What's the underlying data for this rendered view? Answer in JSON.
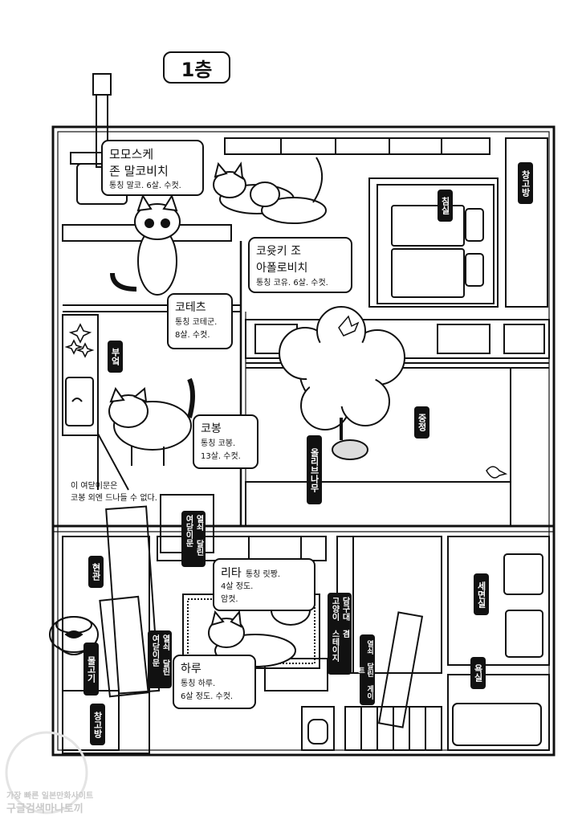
{
  "floor": {
    "title": "1층"
  },
  "cats": {
    "momosuke": {
      "name_line1": "모모스케",
      "name_line2": "존 말코비치",
      "sub": "통칭 말코. 6살. 수컷."
    },
    "koyuki": {
      "name_line1": "코윳키 조",
      "name_line2": "아폴로비치",
      "sub": "통칭 코유. 6살. 수컷."
    },
    "kotetsu": {
      "name": "코테츠",
      "sub_line1": "통칭 코테군.",
      "sub_line2": "8살. 수컷."
    },
    "kobong": {
      "name": "코봉",
      "sub_line1": "통칭 코봉.",
      "sub_line2": "13살. 수컷."
    },
    "rita": {
      "name": "리타",
      "nick": "통칭 릿짱.",
      "sub_line1": "4살 정도.",
      "sub_line2": "암컷."
    },
    "haru": {
      "name": "하루",
      "sub_line1": "통칭 하루.",
      "sub_line2": "6살 정도. 수컷."
    }
  },
  "rooms": {
    "storage_top": "창고방",
    "bedroom": "침실",
    "kitchen": "부엌",
    "courtyard": "중정",
    "tree": "올리브나무",
    "entrance": "현관",
    "goldfish": "물고기 군",
    "storage_bottom": "창고방",
    "washroom": "세면실",
    "bathroom": "욕실"
  },
  "labels": {
    "swing_door_1": [
      "열쇠 달린",
      "여닫이문"
    ],
    "swing_door_2": [
      "열쇠 달린",
      "여닫이문"
    ],
    "cat_tower": [
      "담구대 겸",
      "고양이 스테이지"
    ],
    "gate": "열쇠 달린 게이트"
  },
  "note": {
    "line1": "이 여닫이문은",
    "line2": "코봉 외엔 드나들 수 없다."
  },
  "watermark": {
    "line1": "가장 빠른 일본만화사이트",
    "line2": "구글검색마나토끼"
  }
}
